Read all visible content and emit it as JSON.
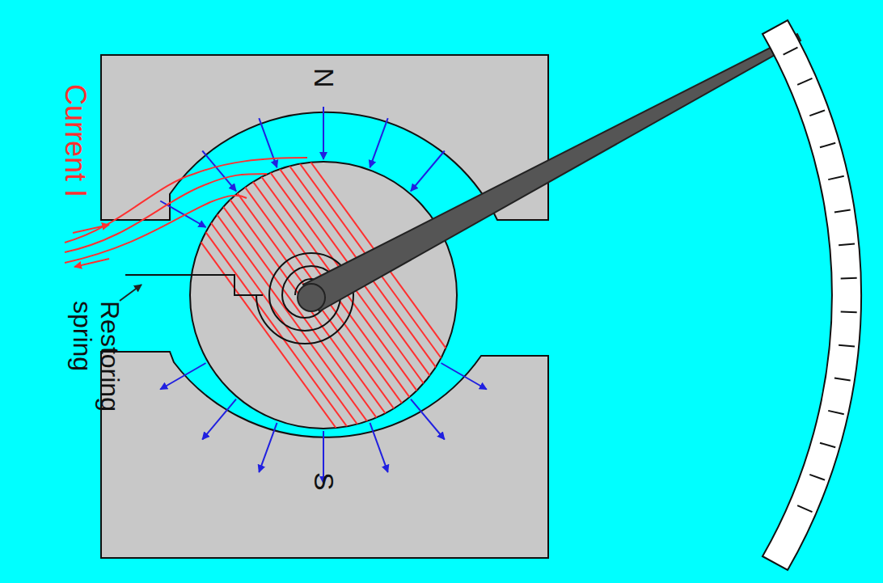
{
  "diagram": {
    "labels": [
      "N",
      "S",
      "Current I",
      "Restoring spring"
    ]
  }
}
